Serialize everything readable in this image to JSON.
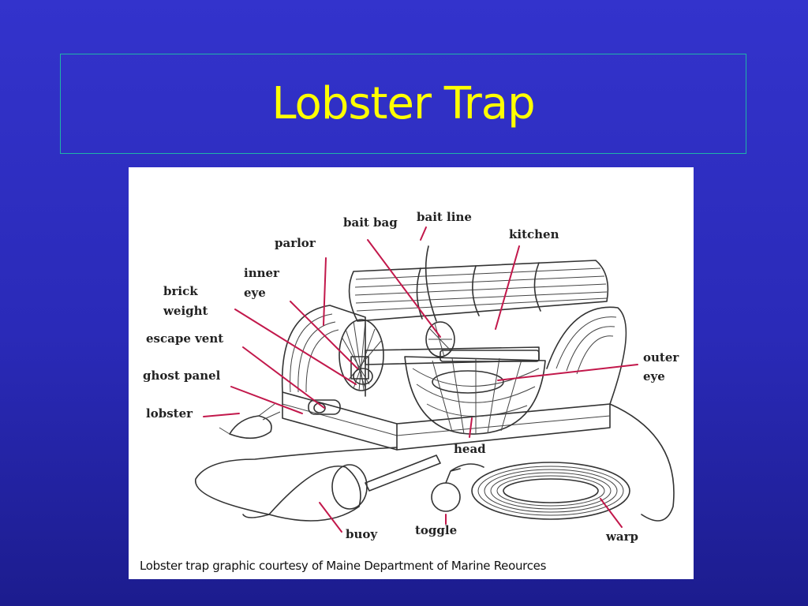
{
  "slide": {
    "title": "Lobster Trap"
  },
  "diagram": {
    "labels": {
      "bait_line": "bait line",
      "bait_bag": "bait bag",
      "kitchen": "kitchen",
      "parlor": "parlor",
      "inner_eye_1": "inner",
      "inner_eye_2": "eye",
      "brick_weight_1": "brick",
      "brick_weight_2": "weight",
      "escape_vent": "escape vent",
      "ghost_panel": "ghost panel",
      "lobster": "lobster",
      "outer_eye_1": "outer",
      "outer_eye_2": "eye",
      "head": "head",
      "buoy": "buoy",
      "toggle": "toggle",
      "warp": "warp"
    },
    "credit": "Lobster trap graphic courtesy of Maine Department of Marine Reources",
    "leader_color": "#c2184b"
  }
}
